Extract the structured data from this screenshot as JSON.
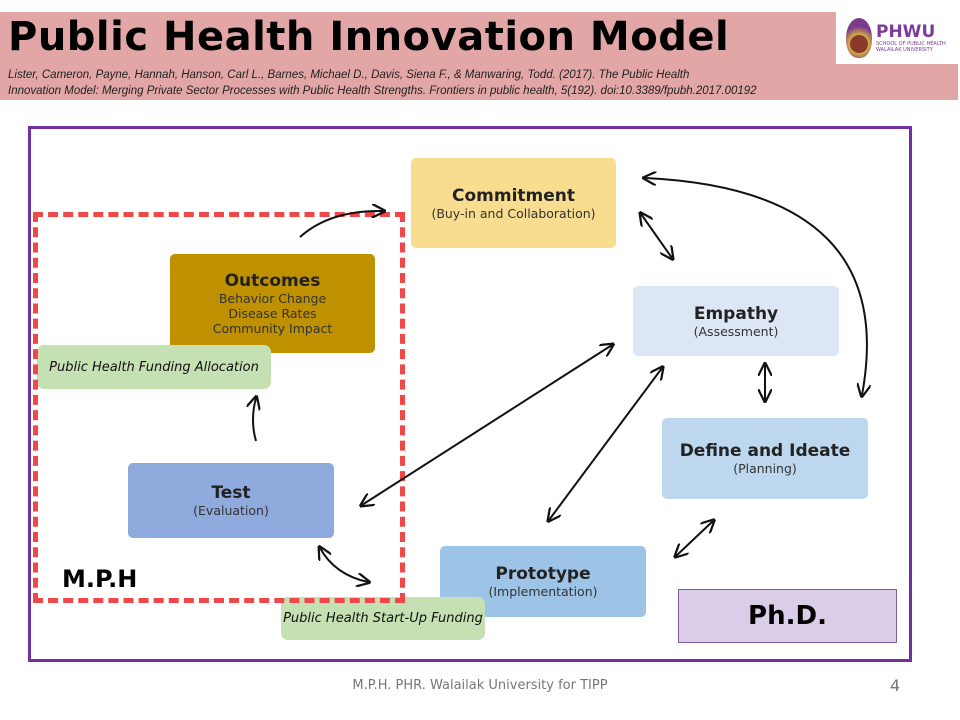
{
  "header": {
    "title": "Public Health Innovation Model",
    "citation_line1": "Lister, Cameron, Payne, Hannah, Hanson, Carl L., Barnes, Michael D., Davis, Siena F., & Manwaring, Todd. (2017). The Public Health",
    "citation_line2": "Innovation Model: Merging Private Sector Processes with Public Health Strengths. Frontiers in public health, 5(192). doi:10.3389/fpubh.2017.00192"
  },
  "logo": {
    "name": "PHWU",
    "sub1": "SCHOOL OF PUBLIC HEALTH",
    "sub2": "WALAILAK UNIVERSITY"
  },
  "nodes": {
    "commitment": {
      "title": "Commitment",
      "sub": "(Buy-in and Collaboration)"
    },
    "outcomes": {
      "title": "Outcomes",
      "lines": [
        "Behavior Change",
        "Disease Rates",
        "Community Impact"
      ]
    },
    "empathy": {
      "title": "Empathy",
      "sub": "(Assessment)"
    },
    "define": {
      "title": "Define and Ideate",
      "sub": "(Planning)"
    },
    "test": {
      "title": "Test",
      "sub": "(Evaluation)"
    },
    "prototype": {
      "title": "Prototype",
      "sub": "(Implementation)"
    }
  },
  "funding": {
    "allocation": "Public Health Funding Allocation",
    "startup": "Public Health Start-Up Funding"
  },
  "labels": {
    "mph": "M.P.H",
    "phd": "Ph.D."
  },
  "footer": {
    "text": "M.P.H. PHR. Walailak University for TIPP",
    "page": "4"
  }
}
